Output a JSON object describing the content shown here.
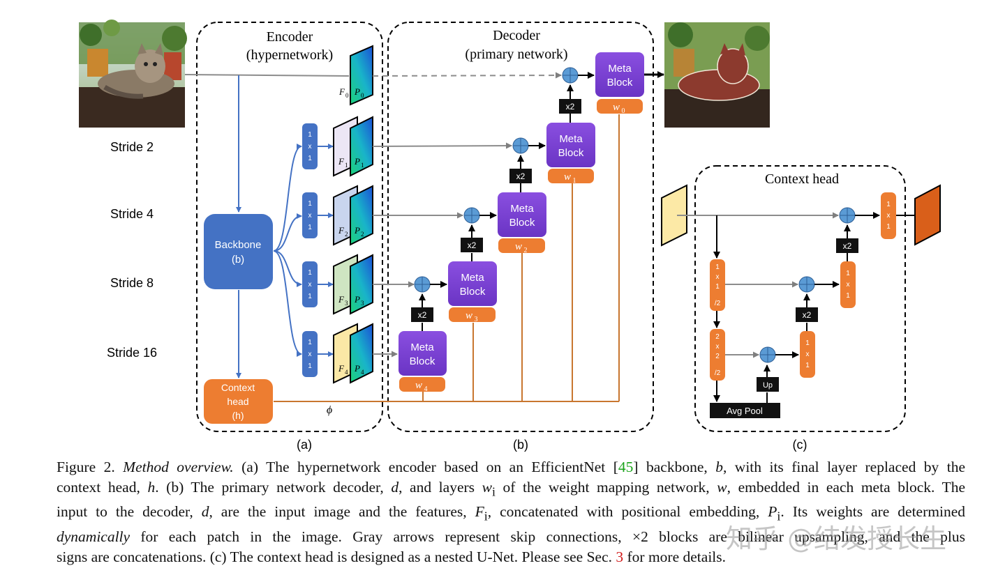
{
  "encoder": {
    "title": "Encoder",
    "subtitle": "(hypernetwork)"
  },
  "decoder": {
    "title": "Decoder",
    "subtitle": "(primary network)"
  },
  "context_head_title": "Context head",
  "strides": [
    "Stride 2",
    "Stride 4",
    "Stride 8",
    "Stride 16"
  ],
  "backbone": {
    "line1": "Backbone",
    "line2": "(b)"
  },
  "context_block": {
    "line1": "Context",
    "line2": "head",
    "line3": "(h)"
  },
  "conv1x1": [
    "1",
    "x",
    "1"
  ],
  "meta_block": {
    "line1": "Meta",
    "line2": "Block"
  },
  "weights": [
    "w",
    "0",
    "1",
    "2",
    "3",
    "4"
  ],
  "x2_label": "x2",
  "phi": "ϕ",
  "feature_labels": {
    "F": "F",
    "P": "P",
    "indices": [
      "0",
      "1",
      "2",
      "3",
      "4"
    ]
  },
  "ctx_blocks": {
    "b1": [
      "1",
      "x",
      "1",
      "/2"
    ],
    "b2": [
      "2",
      "x",
      "2",
      "/2"
    ],
    "up": "Up",
    "avgpool": "Avg Pool"
  },
  "panel_labels": [
    "(a)",
    "(b)",
    "(c)"
  ],
  "caption": {
    "prefix": "Figure 2. ",
    "title": "Method overview.",
    "l1_a": " (a) The hypernetwork encoder based on an EfficientNet [",
    "ref1": "45",
    "l1_b": "] backbone, ",
    "b": "b",
    "l1_c": ", with its final layer replaced by the",
    "l2_a": "context head, ",
    "h": "h",
    "l2_b": ". (b) The primary network decoder, ",
    "d": "d",
    "l2_c": ", and layers ",
    "wi": "w",
    "wi_sub": "i",
    "l2_d": " of the weight mapping network, ",
    "w": "w",
    "l2_e": ", embedded in each meta block. The",
    "l3_a": "input to the decoder, ",
    "d2": "d",
    "l3_b": ", are the input image and the features, ",
    "Fi": "F",
    "Fi_sub": "i",
    "l3_c": ", concatenated with positional embedding, ",
    "Pi": "P",
    "Pi_sub": "i",
    "l3_d": ". Its weights are determined",
    "l4_a": "dynamically",
    "l4_b": " for each patch in the image.  Gray arrows represent skip connections, ×2 blocks are bilinear upsampling, and the plus",
    "l5_a": "signs are concatenations. (c) The context head is designed as a nested U-Net. Please see Sec. ",
    "ref2": "3",
    "l5_b": " for more details."
  },
  "watermark": "知乎 @结发授长生",
  "colors": {
    "blue_block": "#4472c4",
    "orange_block": "#ed7d31",
    "purple_block": "#7a3fd3",
    "plus_circle": "#5b9bd5",
    "skip_arrow": "#8c8c8c",
    "orange_line": "#c8762f",
    "ref_green": "#1aa31a",
    "ref_red": "#d11a1a"
  }
}
